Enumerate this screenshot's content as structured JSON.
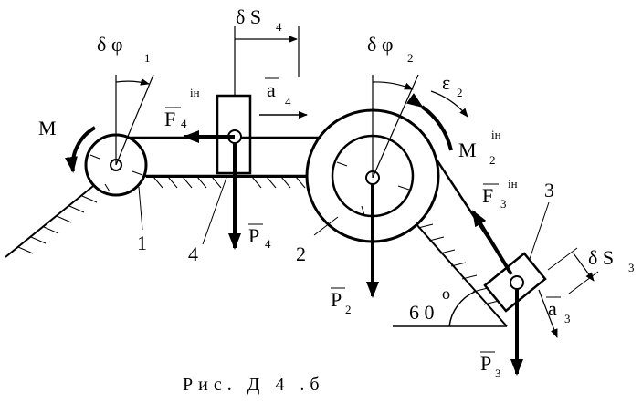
{
  "labels": {
    "dphi1": "δ φ",
    "dphi1_sub": "1",
    "dphi2": "δ φ",
    "dphi2_sub": "2",
    "ds4": "δ S",
    "ds4_sub": "4",
    "ds3": "δ S",
    "ds3_sub": "3",
    "moment_M": "M",
    "moment_M2": "M",
    "moment_M2_sup": "ін",
    "moment_M2_sub": "2",
    "eps2": "ε",
    "eps2_sub": "2",
    "F4": "F",
    "F4_sub": "4",
    "F4_sup": "ін",
    "F3": "F",
    "F3_sub": "3",
    "F3_sup": "ін",
    "a4": "a",
    "a4_sub": "4",
    "a3": "a",
    "a3_sub": "3",
    "P4": "P",
    "P4_sub": "4",
    "P2": "P",
    "P2_sub": "2",
    "P3": "P",
    "P3_sub": "3",
    "body1": "1",
    "body2": "2",
    "body3": "3",
    "body4": "4",
    "angle": "6 0",
    "degree": "o"
  },
  "caption": "Рис. Д 4 .б"
}
